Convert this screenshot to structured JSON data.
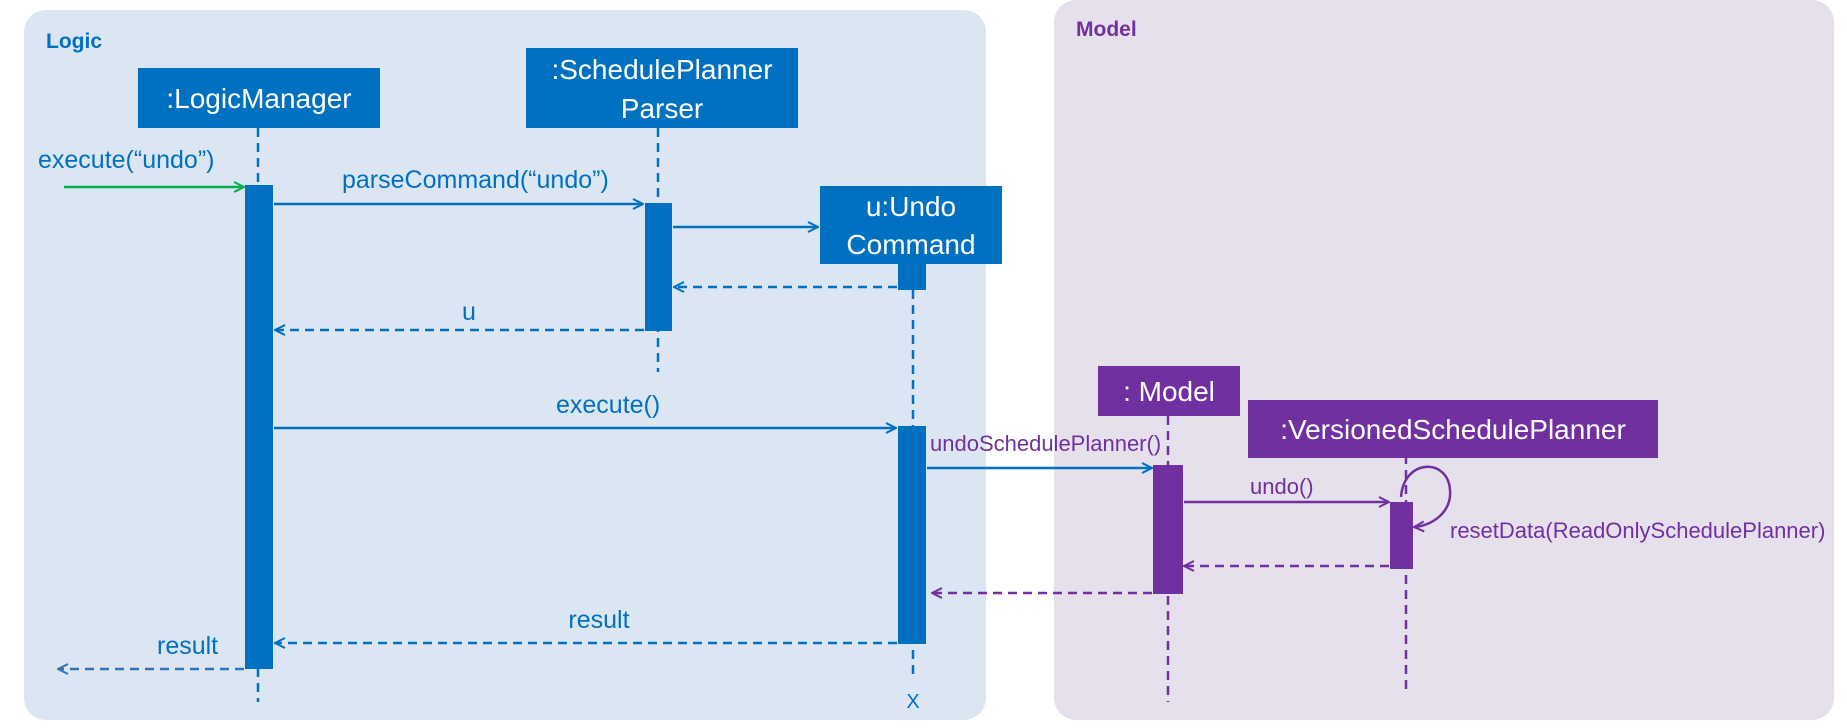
{
  "colors": {
    "logic_bg": "#DCE6F2",
    "model_bg": "#E6E0EC",
    "logic_blue": "#0070C0",
    "model_purple": "#7030A0",
    "found_message": "#00B050",
    "return_blue": "#2E75B6",
    "white": "#FFFFFF"
  },
  "logic_frame": {
    "title": "Logic"
  },
  "model_frame": {
    "title": "Model"
  },
  "participants": {
    "logic_manager": ":LogicManager",
    "parser_line1": ":SchedulePlanner",
    "parser_line2": "Parser",
    "undo_line1": "u:Undo",
    "undo_line2": "Command",
    "model": ": Model",
    "versioned": ":VersionedSchedulePlanner"
  },
  "messages": {
    "execute_undo": "execute(“undo”)",
    "parse_command": "parseCommand(“undo”)",
    "return_u": "u",
    "execute": "execute()",
    "undo_schedule_planner": "undoSchedulePlanner()",
    "undo": "undo()",
    "reset_data": "resetData(ReadOnlySchedulePlanner)",
    "result_to_logic": "result",
    "result_out": "result"
  },
  "destroy_marker": "X"
}
